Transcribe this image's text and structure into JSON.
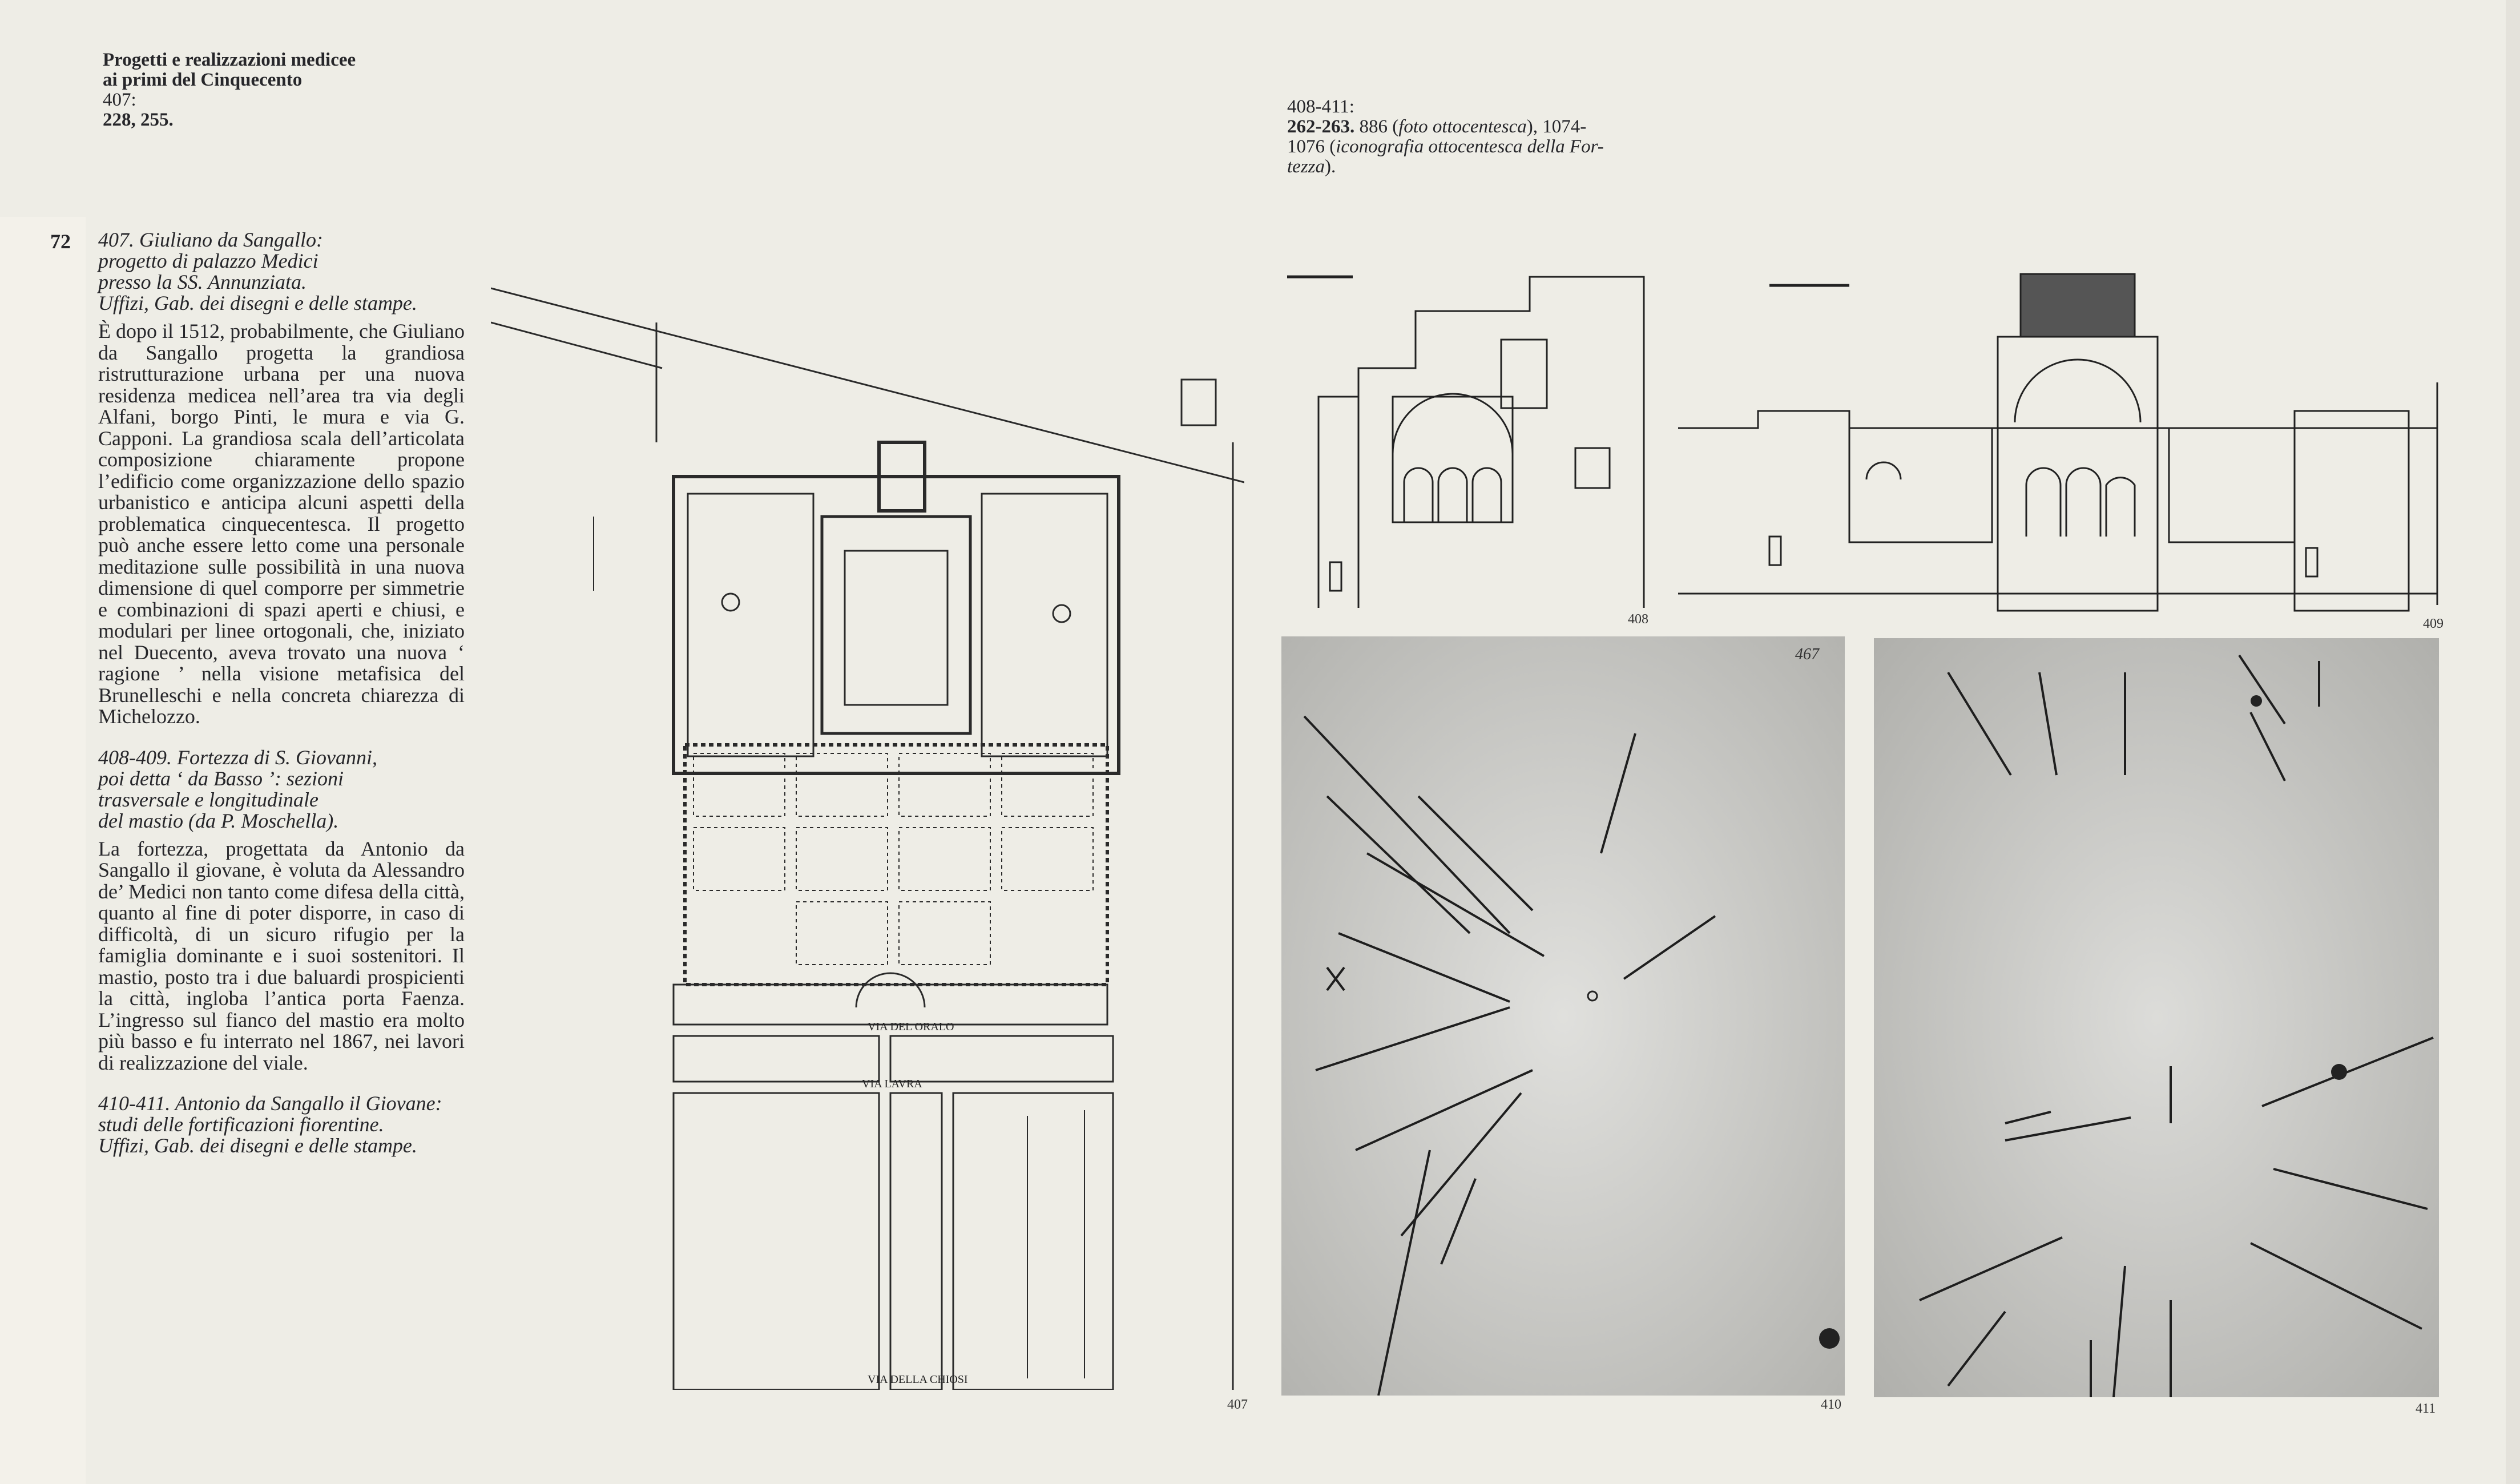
{
  "header_left": {
    "title_line1": "Progetti e realizzazioni medicee",
    "title_line2": "ai primi del Cinquecento",
    "ref_label": "407:",
    "ref_pages": "228, 255."
  },
  "header_right": {
    "ref_label": "408-411:",
    "pages_bold": "262-263.",
    "line1_rest": " 886 (",
    "line1_italic": "foto ottocentesca",
    "line1_end": "), 1074-",
    "line2_start": "1076 (",
    "line2_italic": "iconografia ottocentesca della For-",
    "line3_italic": "tezza",
    "line3_end": ")."
  },
  "page_number": "72",
  "captions": [
    {
      "title": "407. Giuliano da Sangallo:\nprogetto di palazzo Medici\npresso la SS. Annunziata.\nUffizi, Gab. dei disegni e delle stampe.",
      "body": "È dopo il 1512, probabilmente, che Giuliano da Sangallo progetta la grandiosa ristrutturazione urbana per una nuova residenza medicea nell’area tra via degli Alfani, borgo Pinti, le mura e via G. Capponi. La grandiosa scala dell’articolata composizione chiaramente propone l’edificio come organizzazione dello spazio urbanistico e anticipa alcuni aspetti della problematica cinquecentesca. Il progetto può anche essere letto come una personale meditazione sulle possibilità in una nuova dimensione di quel comporre per simmetrie e combinazioni di spazi aperti e chiusi, e modulari per linee ortogonali, che, iniziato nel Duecento, aveva trovato una nuova ‘ ragione ’ nella visione metafisica del Brunelleschi e nella concreta chiarezza di Michelozzo."
    },
    {
      "title": "408-409. Fortezza di S. Giovanni,\npoi detta ‘ da Basso ’: sezioni\ntrasversale e longitudinale\ndel mastio (da P. Moschella).",
      "body": "La fortezza, progettata da Antonio da Sangallo il giovane, è voluta da Alessandro de’ Medici non tanto come difesa della città, quanto al fine di poter disporre, in caso di difficoltà, di un sicuro rifugio per la famiglia dominante e i suoi sostenitori. Il mastio, posto tra i due baluardi prospicienti la città, ingloba l’antica porta Faenza. L’ingresso sul fianco del mastio era molto più basso e fu interrato nel 1867, nei lavori di realizzazione del viale."
    },
    {
      "title": "410-411. Antonio da Sangallo il Giovane:\nstudi delle fortificazioni fiorentine.\nUffizi, Gab. dei disegni e delle stampe."
    }
  ],
  "figures": {
    "f407": {
      "label": "407",
      "street1": "VIA DEL ORALO",
      "street2": "VIA LAVRA",
      "street3": "VIA DELLA CHIOSI"
    },
    "f408": {
      "label": "408"
    },
    "f409": {
      "label": "409"
    },
    "f410": {
      "label": "410",
      "sheet_number": "467"
    },
    "f411": {
      "label": "411"
    }
  },
  "colors": {
    "paper": "#eeede6",
    "ink": "#26262a",
    "photo": "#c8c8c4"
  }
}
